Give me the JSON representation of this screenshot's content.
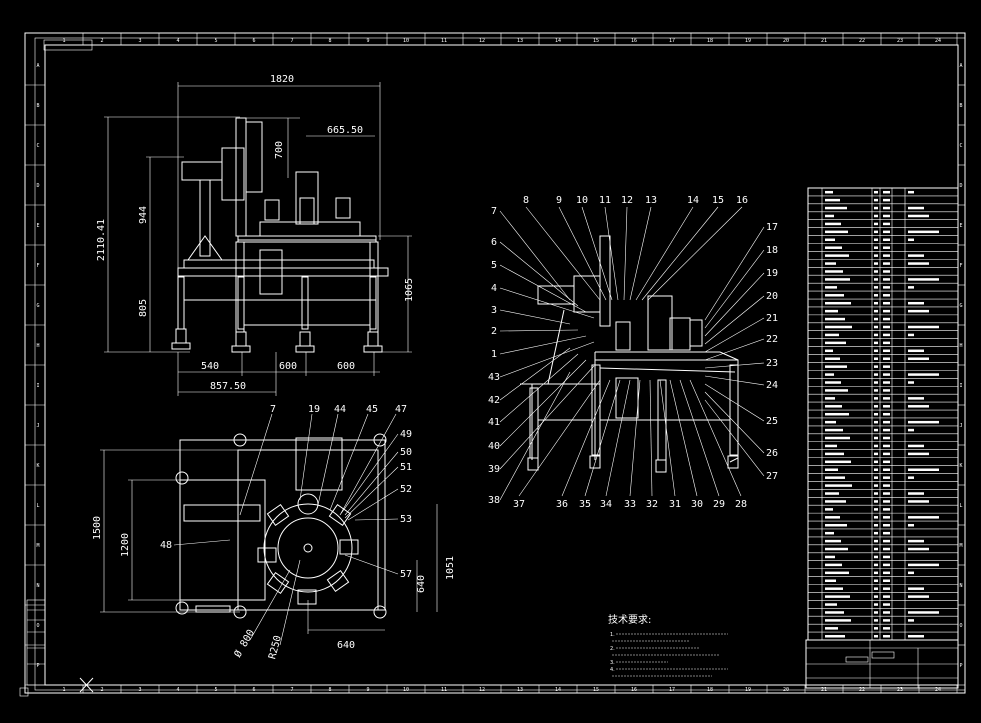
{
  "dimensions": {
    "front_view": {
      "top_width": "1820",
      "mast": "700",
      "offset": "665.50",
      "height_upper": "944",
      "overall_height": "2110.41",
      "table_height_left": "805",
      "table_height_right": "1065",
      "span_left": "540",
      "span_mid": "600",
      "span_right": "600",
      "span_total": "857.50"
    },
    "top_view": {
      "width": "1500",
      "depth": "1200",
      "right_height": "1051",
      "right_lower": "640",
      "bottom_span": "640",
      "diameter": "Ø 800",
      "radius": "R250"
    }
  },
  "top_view_callouts": [
    "7",
    "19",
    "44",
    "45",
    "47",
    "49",
    "50",
    "51",
    "52",
    "53",
    "57",
    "48"
  ],
  "iso_callouts": {
    "top": [
      "8",
      "9",
      "10",
      "11",
      "12",
      "13",
      "14",
      "15",
      "16"
    ],
    "left": [
      "7",
      "6",
      "5",
      "4",
      "3",
      "2",
      "1",
      "43",
      "42",
      "41",
      "40",
      "39",
      "38"
    ],
    "right": [
      "17",
      "18",
      "19",
      "20",
      "21",
      "22",
      "23",
      "24",
      "25",
      "26",
      "27"
    ],
    "bottom": [
      "37",
      "36",
      "35",
      "34",
      "33",
      "32",
      "31",
      "30",
      "29",
      "28"
    ]
  },
  "technical_requirements": {
    "heading": "技术要求:",
    "lines": [
      "1.",
      "2.",
      "3.",
      "4."
    ]
  },
  "border_ruler": {
    "top_numbers": [
      "1",
      "2",
      "3",
      "4",
      "5",
      "6",
      "7",
      "8",
      "9",
      "10",
      "11",
      "12",
      "13",
      "14",
      "15",
      "16",
      "17",
      "18",
      "19",
      "20",
      "21",
      "22",
      "23",
      "24"
    ],
    "side_letters": [
      "A",
      "B",
      "C",
      "D",
      "E",
      "F",
      "G",
      "H",
      "I",
      "J",
      "K",
      "L",
      "M",
      "N",
      "O",
      "P"
    ]
  },
  "bom": {
    "row_count": 57
  }
}
